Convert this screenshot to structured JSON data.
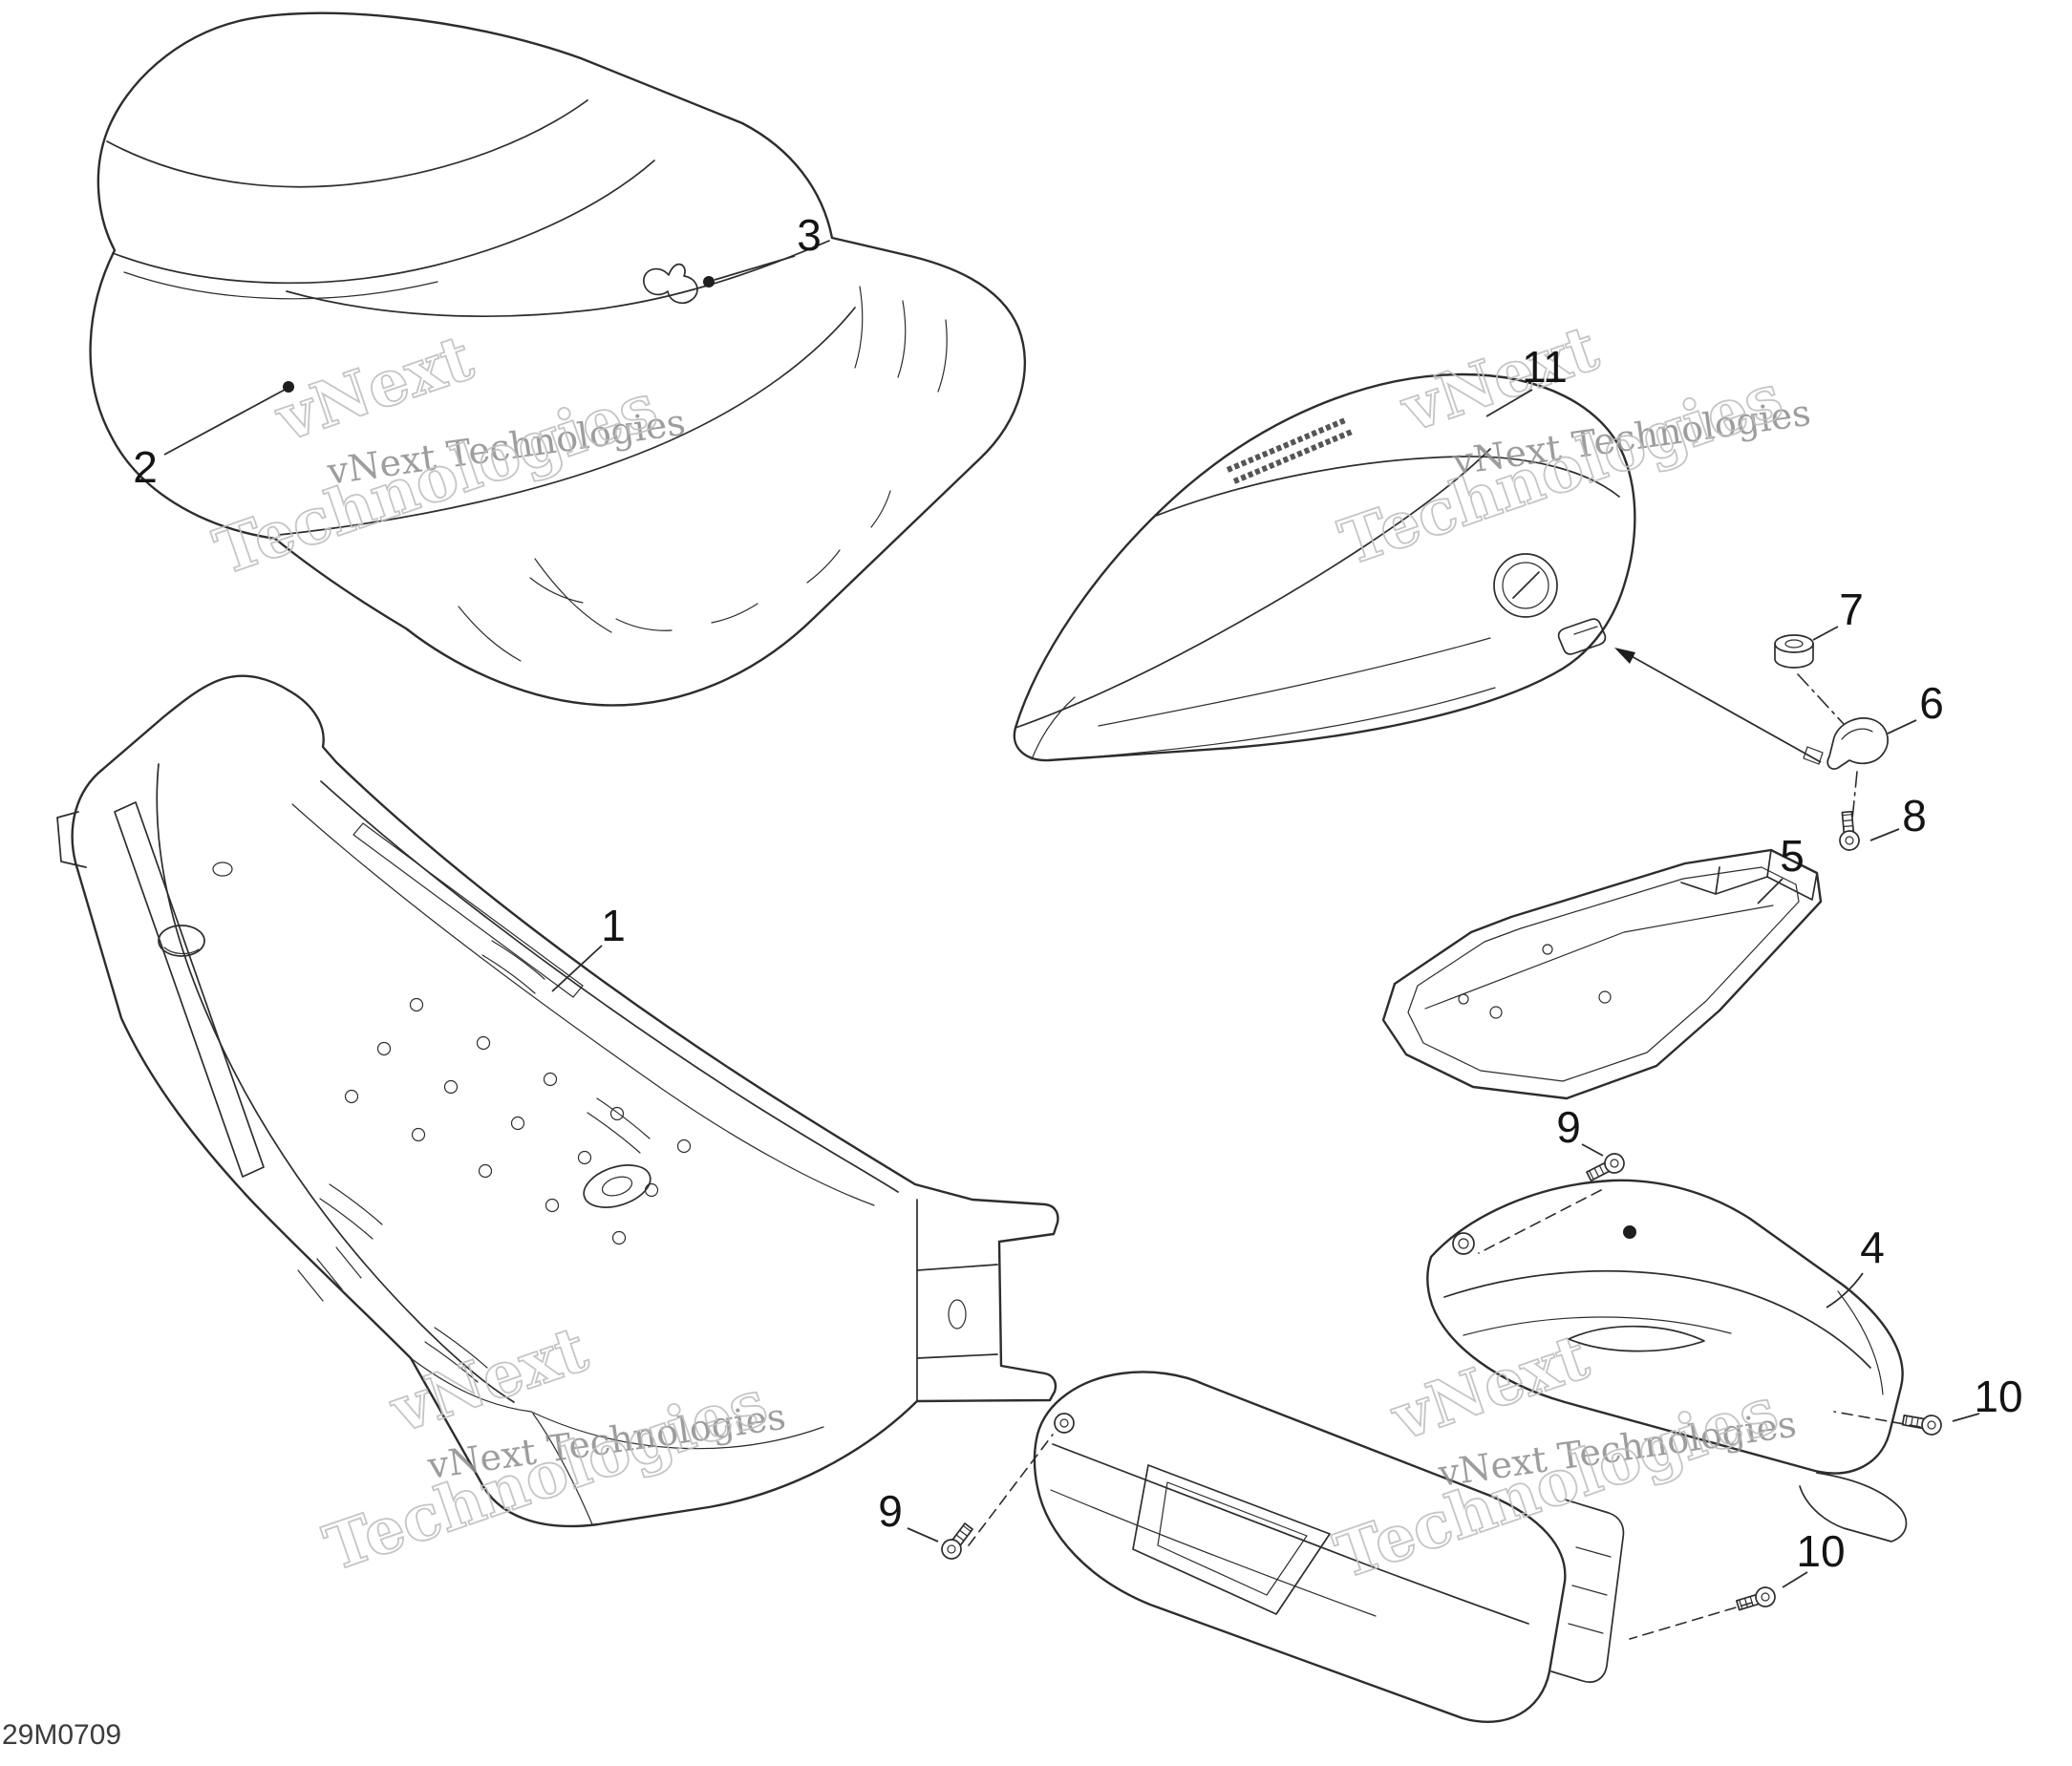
{
  "diagram": {
    "code": "29M0709"
  },
  "watermark": {
    "word1": "vNext",
    "word2": "Technologies",
    "combined": "vNext Technologies"
  },
  "callouts": {
    "n1": "1",
    "n2": "2",
    "n3": "3",
    "n4": "4",
    "n5": "5",
    "n6": "6",
    "n7": "7",
    "n8": "8",
    "n9": "9",
    "n10": "10",
    "n11": "11"
  }
}
